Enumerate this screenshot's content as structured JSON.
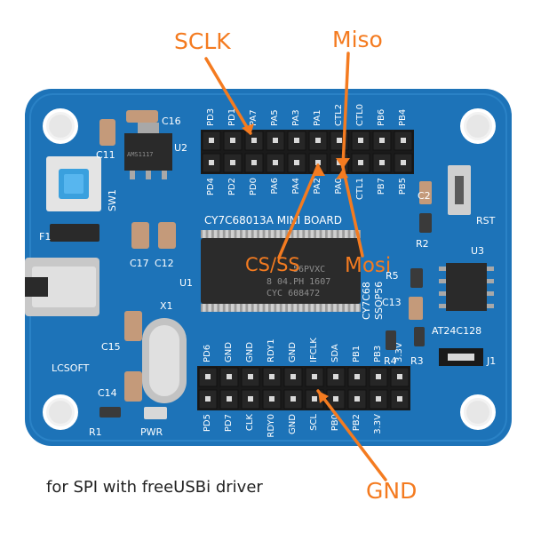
{
  "colors": {
    "pcb": "#1d73b8",
    "callout": "#f47b20",
    "header": "#1a1a1a",
    "silk": "#ffffff",
    "hole": "#f2f2f2"
  },
  "callouts": {
    "sclk": "SCLK",
    "miso": "Miso",
    "cs": "CS/SS",
    "mosi": "Mosi",
    "gnd": "GND"
  },
  "caption": "for SPI with freeUSBi driver",
  "board": {
    "title": "CY7C68013A MINI BOARD",
    "top_row_labels": [
      "PD3",
      "PD1",
      "PA7",
      "PA5",
      "PA3",
      "PA1",
      "CTL2",
      "CTL0",
      "PB6",
      "PB4"
    ],
    "top_row_labels_2": [
      "PD4",
      "PD2",
      "PD0",
      "PA6",
      "PA4",
      "PA2",
      "PA0",
      "CTL1",
      "PB7",
      "PB5"
    ],
    "bottom_row_labels": [
      "PD6",
      "GND",
      "GND",
      "RDY1",
      "GND",
      "IFCLK",
      "SDA",
      "PB1",
      "PB3",
      "3.3V"
    ],
    "bottom_row_labels_2": [
      "PD5",
      "PD7",
      "CLK",
      "RDY0",
      "GND",
      "SCL",
      "PB0",
      "PB2",
      "3.3V"
    ],
    "components": {
      "c16": "C16",
      "u2": "U2",
      "c11": "C11",
      "sw1": "SW1",
      "f1": "F1",
      "c17": "C17",
      "c12": "C12",
      "u1": "U1",
      "x1": "X1",
      "c15": "C15",
      "c14": "C14",
      "lcsoft": "LCSOFT",
      "r1": "R1",
      "pwr": "PWR",
      "c2": "C2",
      "rst": "RST",
      "r2": "R2",
      "u3": "U3",
      "r5": "R5",
      "c13": "C13",
      "r4": "R4",
      "r3": "R3",
      "j1": "J1",
      "eeprom": "AT24C128",
      "chip_side": "CY7C68",
      "chip_side_2": "SSOP56",
      "regulator": "AMS1117",
      "chip_top": "56PVXC",
      "chip_mid": "8 04.PH 1607",
      "chip_low": "CYC 608472"
    }
  }
}
